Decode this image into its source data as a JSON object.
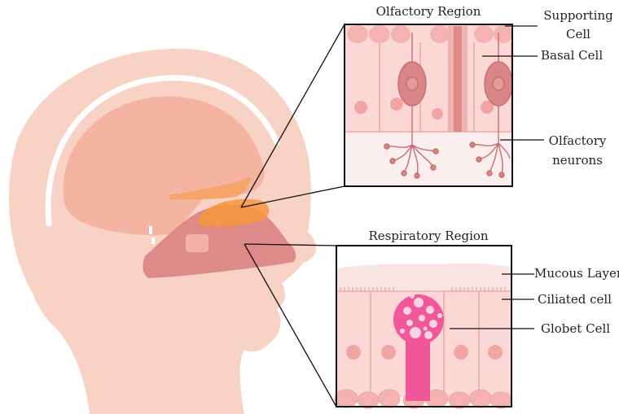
{
  "figure": {
    "titles": {
      "olfactory": "Olfactory Region",
      "respiratory": "Respiratory Region"
    },
    "labels": {
      "supporting_cell_line1": "Supporting",
      "supporting_cell_line2": "Cell",
      "basal_cell": "Basal Cell",
      "olfactory_neurons_line1": "Olfactory",
      "olfactory_neurons_line2": "neurons",
      "mucous_layer": "Mucous Layer",
      "ciliated_cell": "Ciliated cell",
      "globet_cell": "Globet Cell"
    },
    "colors": {
      "skin": "#f8d2c4",
      "brain": "#f5b3a1",
      "skull_outline": "#ffffff",
      "nasal_cavity": "#dd8a88",
      "olfactory_bulb": "#f5a56a",
      "olfactory_region_highlight": "#f7963e",
      "cell_fill": "#fbd7d5",
      "cell_border": "#e8a9a7",
      "nucleus": "#f1a5a3",
      "neuron": "#d98585",
      "goblet": "#f2579a",
      "mucus": "#f8e4e2",
      "line": "#111111"
    }
  }
}
